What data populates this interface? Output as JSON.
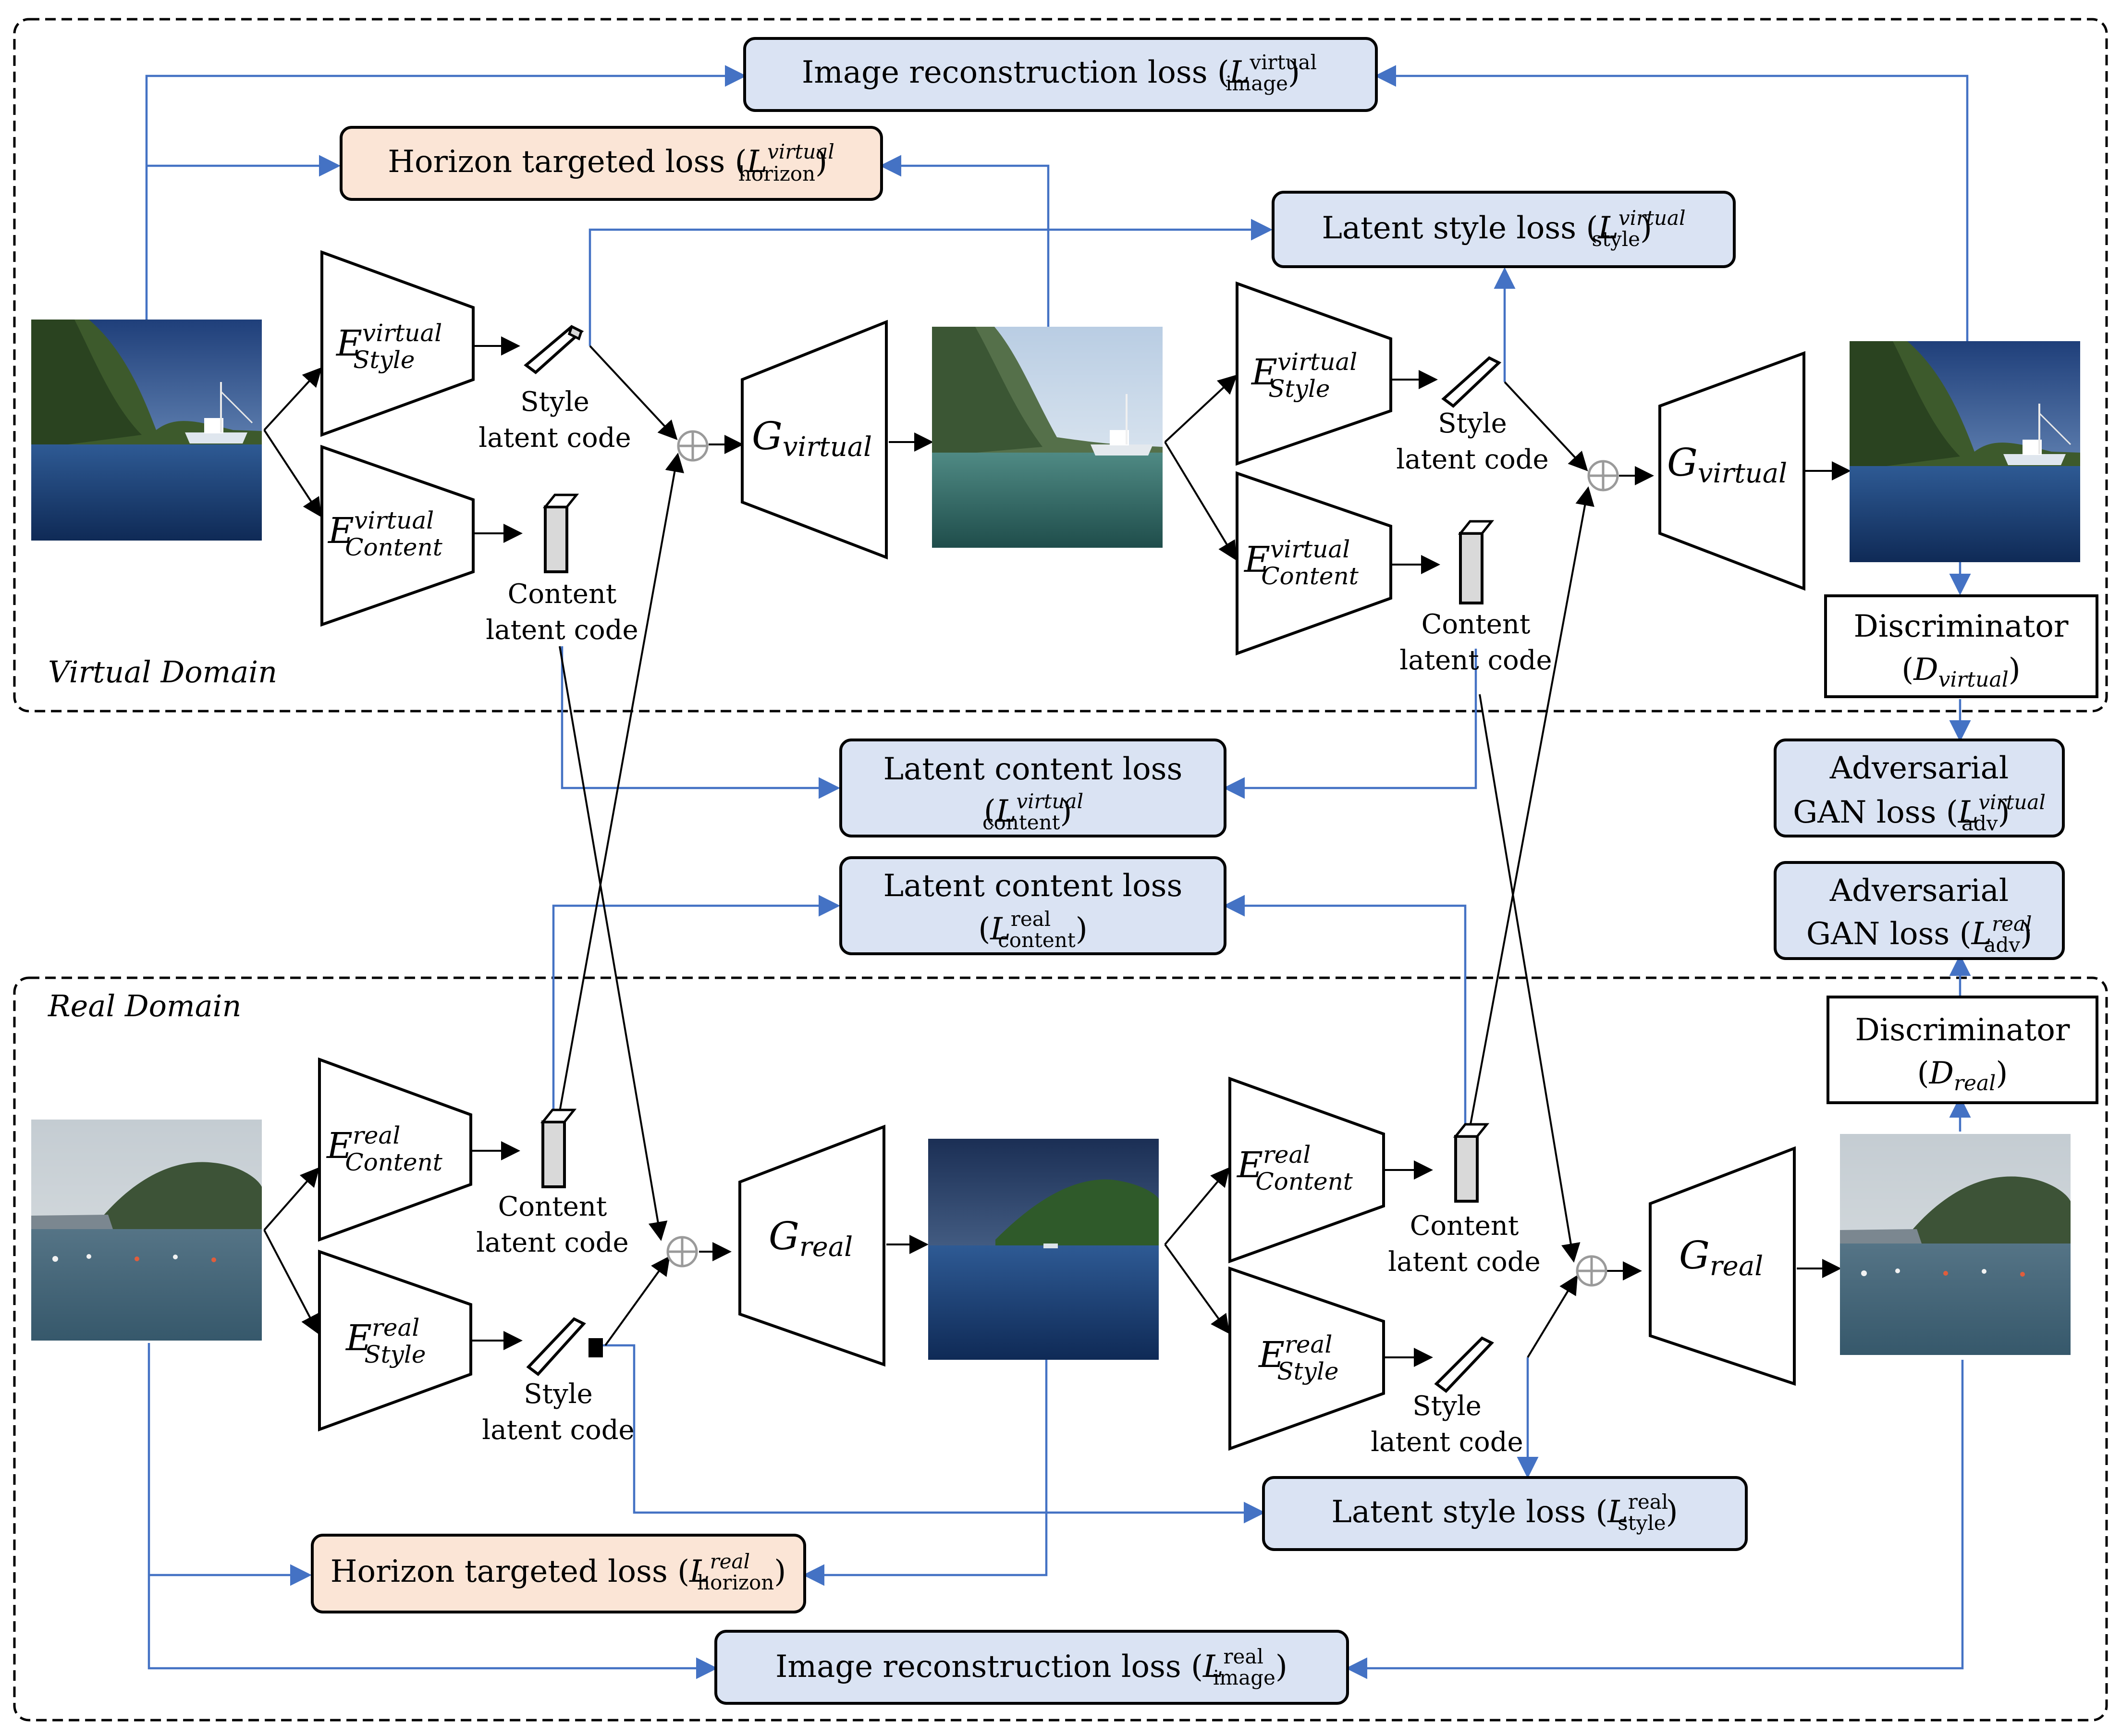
{
  "domains": {
    "virtual_label": "Virtual Domain",
    "real_label": "Real Domain"
  },
  "latent_codes": {
    "style_line1": "Style",
    "content_line1": "Content",
    "line2": "latent code"
  },
  "encoders": {
    "letter": "E",
    "virtual_sup": "virtual",
    "real_sup": "real",
    "style_sub": "Style",
    "content_sub": "Content"
  },
  "generators": {
    "letter": "G",
    "virtual_sub": "virtual",
    "real_sub": "real"
  },
  "losses": {
    "image_recon_text": "Image reconstruction loss (",
    "horizon_text": "Horizon targeted loss (",
    "latent_style_text": "Latent style loss (",
    "latent_content_text": "Latent content loss",
    "adversarial_text": "Adversarial",
    "gan_loss_text": "GAN loss (",
    "L": "L",
    "close": ")",
    "open": "(",
    "sup_virtual": "virtual",
    "sup_real": "real",
    "sub_image": "image",
    "sub_horizon": "horizon",
    "sub_style": "style",
    "sub_content": "content",
    "sub_adv": "adv"
  },
  "discriminators": {
    "title": "Discriminator",
    "letter": "D",
    "virtual_sub": "virtual",
    "real_sub": "real"
  },
  "operator_symbol": "⊕",
  "colors": {
    "loss_blue_fill": "#dae3f3",
    "horizon_fill": "#fbe5d6",
    "connector_blue": "#4472c4"
  }
}
